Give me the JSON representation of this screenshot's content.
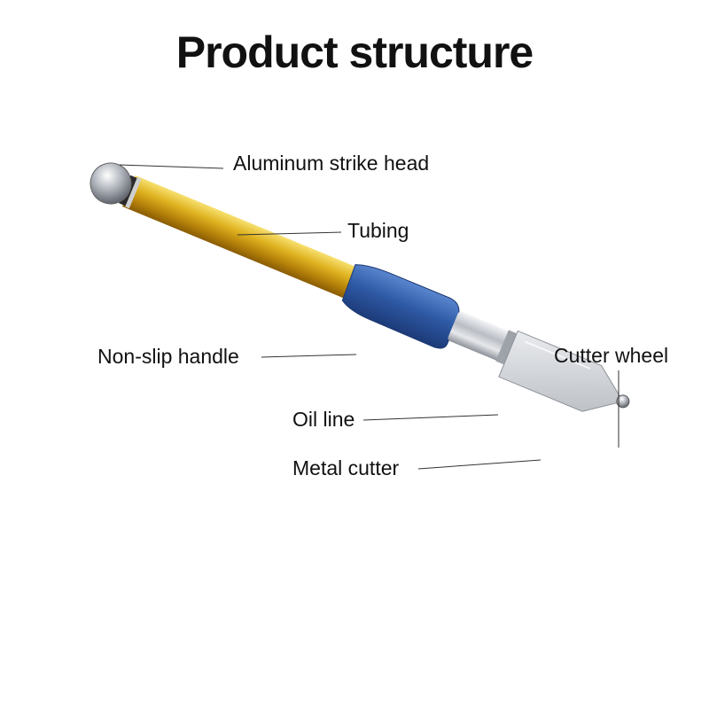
{
  "title": "Product structure",
  "labels": {
    "strike_head": "Aluminum strike head",
    "tubing": "Tubing",
    "handle": "Non-slip handle",
    "cutter_wheel": "Cutter wheel",
    "oil_line": "Oil line",
    "metal_cutter": "Metal cutter"
  },
  "colors": {
    "tube_gold": "#d9a514",
    "grip_blue": "#2f5aa5",
    "chrome": "#c9ccd2",
    "text": "#111111",
    "leader_line": "#333333"
  }
}
